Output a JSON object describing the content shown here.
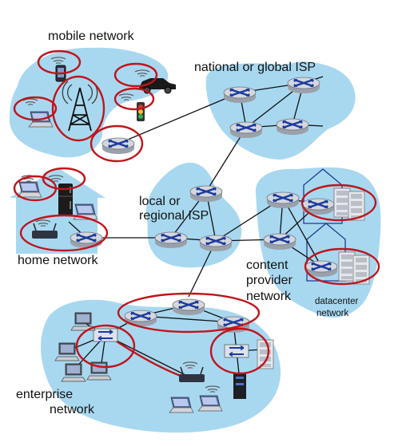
{
  "labels": {
    "mobile_network": "mobile network",
    "national_isp": "national or global ISP",
    "local_isp_line1": "local or",
    "local_isp_line2": "regional ISP",
    "home_network": "home network",
    "content_provider_line1": "content",
    "content_provider_line2": "provider",
    "content_provider_line3": "network",
    "datacenter_line1": "datacenter",
    "datacenter_line2": "network",
    "enterprise_line1": "enterprise",
    "enterprise_line2": "network"
  },
  "colors": {
    "region_fill": "#a8d8f0",
    "highlight_ring": "#c0141b",
    "router_body": "#d4d8de",
    "router_arrows": "#1b3a9e",
    "link": "#111111",
    "datacenter_outline": "#1f3a8f"
  },
  "icons": [
    "router-icon",
    "cell-tower-icon",
    "wifi-icon",
    "laptop-icon",
    "phone-icon",
    "car-icon",
    "traffic-light-icon",
    "server-rack-icon",
    "desktop-icon",
    "refrigerator-icon",
    "wireless-router-icon",
    "house-icon"
  ]
}
